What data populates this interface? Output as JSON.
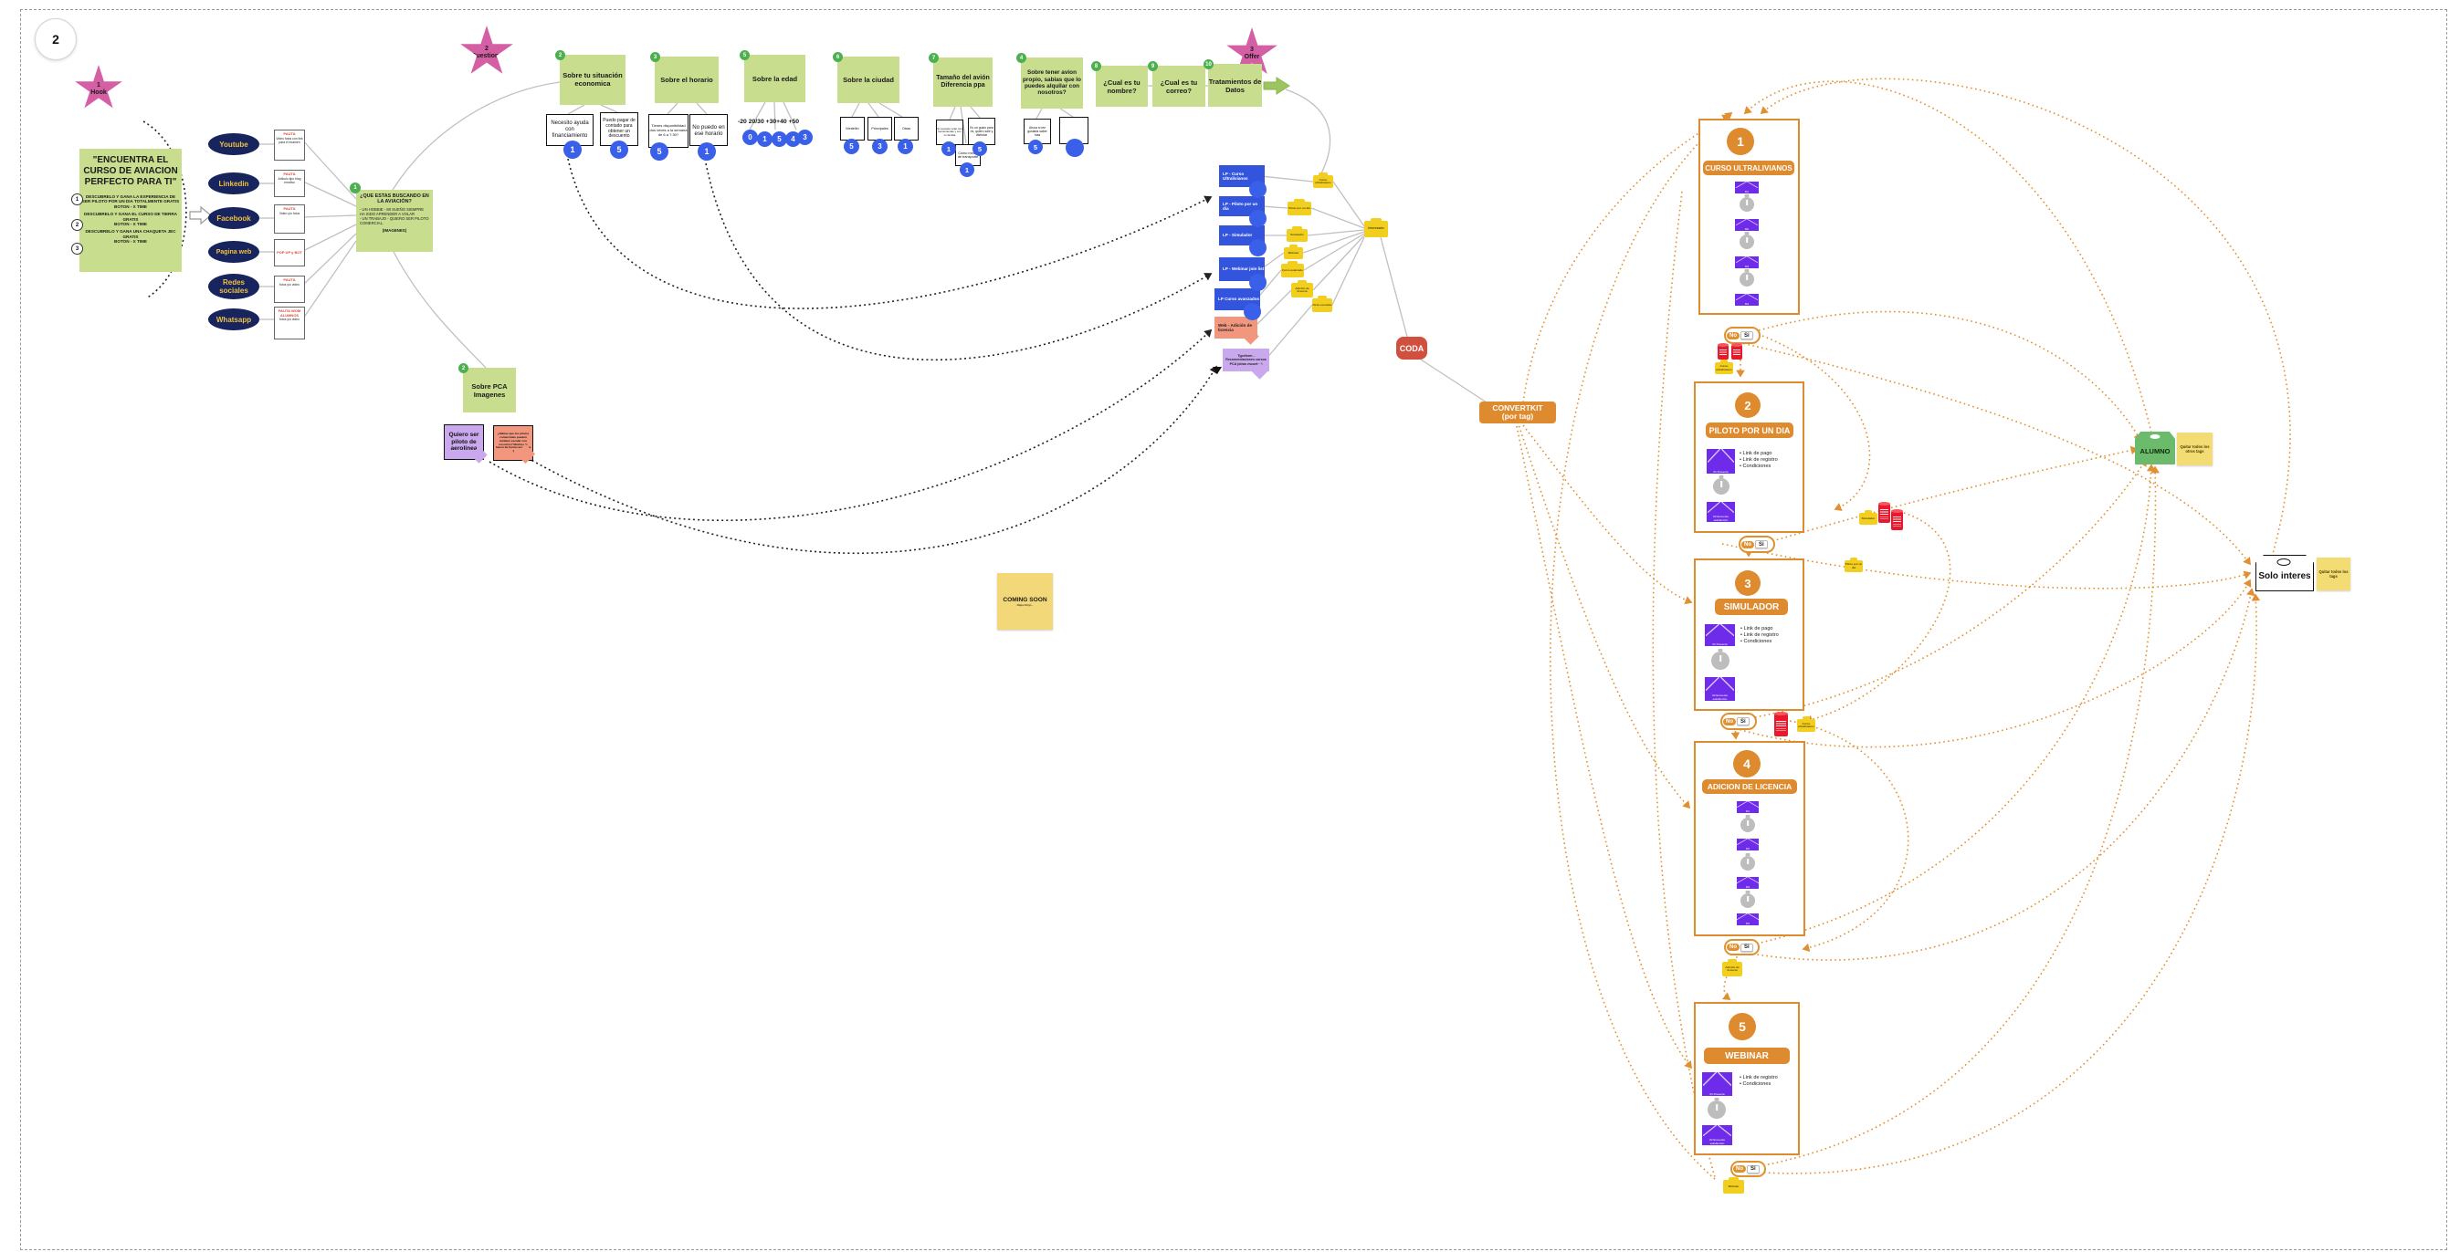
{
  "page": {
    "number": "2"
  },
  "stars": {
    "hook": {
      "num": "1",
      "label": "Hook"
    },
    "questions": {
      "num": "2",
      "label": "Questions"
    },
    "offer": {
      "num": "3",
      "label": "Offer"
    }
  },
  "hook": {
    "title": "\"ENCUENTRA EL CURSO DE AVIACION PERFECTO PARA TI\"",
    "items": [
      {
        "num": "1",
        "text": "DESCUBRELO Y GANA LA EXPERIENCIA DE SER PILOTO POR UN DIA TOTALMENTE GRATIS\nBOTON - X TIME"
      },
      {
        "num": "2",
        "text": "DESCUBRELO Y GANA EL CURSO DE TIERRA GRATIS\nBOTON - X TIME"
      },
      {
        "num": "3",
        "text": "DESCUBRELO Y GANA UNA CHAQUETA JEC GRATIS\nBOTON - X TIME"
      }
    ]
  },
  "channels": [
    {
      "name": "Youtube",
      "pauta_title": "PAUTA",
      "pauta_sub": "Video fotos con link para el examen"
    },
    {
      "name": "Linkedin",
      "pauta_title": "PAUTA",
      "pauta_sub": "Articulo tipo blog emotivo"
    },
    {
      "name": "Facebook",
      "pauta_title": "PAUTA",
      "pauta_sub": "Video y/o fotos"
    },
    {
      "name": "Pagina web",
      "pauta_title": "POP UP y BOT",
      "pauta_sub": ""
    },
    {
      "name": "Redes sociales",
      "pauta_title": "PAUTA",
      "pauta_sub": "fotos y/o video"
    },
    {
      "name": "Whatsapp",
      "pauta_title": "PAUTA WOM ALUMNOS",
      "pauta_sub": "fotos y/o video"
    }
  ],
  "aviacion": {
    "badge": "1",
    "title": "¿QUE ESTAS BUSCANDO EN LA AVIACIÓN?",
    "body": "-  UN HOBBIE - MI SUEÑO SIEMPRE HA SIDO APRENDER A VOLAR\n-  UN TRABAJO - QUIERO SER PILOTO COMERCIAL.",
    "footer": "(IMAGENES)"
  },
  "questions": {
    "economica": {
      "badge": "2",
      "title": "Sobre tu situación economica",
      "a1": {
        "text": "Necesito ayuda con financiamiento",
        "score": "1"
      },
      "a2": {
        "text": "Puedo pagar de contado para obtener un descuento",
        "score": "5"
      }
    },
    "horario": {
      "badge": "3",
      "title": "Sobre el horario",
      "a1": {
        "text": "Tienes disponibilidad dos veces a la semana de 6 a 7:30?",
        "score": "5"
      },
      "a2": {
        "text": "No puedo en ese horario",
        "score": "1"
      }
    },
    "edad": {
      "badge": "5",
      "title": "Sobre la edad",
      "scale": "-20  20/30 +30+40 +50",
      "scores": [
        "0",
        "1",
        "5",
        "4",
        "3"
      ]
    },
    "ciudad": {
      "badge": "6",
      "title": "Sobre la ciudad",
      "a1": {
        "text": "Medellin",
        "score": "5"
      },
      "a2": {
        "text": "Principales",
        "score": "3"
      },
      "a3": {
        "text": "Otras",
        "score": "1"
      }
    },
    "tamano": {
      "badge": "7",
      "title": "Tamaño del avión Diferencia ppa",
      "a1": {
        "text": "Si necesito volar con herramientas y con mi familia",
        "score": "1"
      },
      "a2": {
        "text": "Es un gusto para mi, quiero salir y disfrutar",
        "score": "5"
      },
      "a3": {
        "text": "Como medio de transporte",
        "score": "1"
      }
    },
    "avion": {
      "badge": "4",
      "title": "Sobre tener avion propio, sabias que lo puedes alquilar con nosotros?",
      "a1": {
        "text": "Ahora si me gustaria saber mas",
        "score": "5"
      },
      "a2": {
        "text": "",
        "score": ""
      }
    },
    "nombre": {
      "badge": "8",
      "title": "¿Cual es tu nombre?"
    },
    "correo": {
      "badge": "9",
      "title": "¿Cual es tu correo?"
    },
    "datos": {
      "badge": "10",
      "title": "Tratamientos de Datos"
    }
  },
  "pca": {
    "badge": "2",
    "title": "Sobre PCA Imagenes"
  },
  "aerolinea": {
    "text": "Quiero ser piloto de aerolinea"
  },
  "sabias": {
    "text": "¿Sabias que los pilotos comerciales pueden tambien escalar con nosotros? Muchos lo hacen de forma recreativa :)"
  },
  "lps": [
    {
      "label": "LP - Curso Ultralivianos"
    },
    {
      "label": "LP - Piloto por un dia"
    },
    {
      "label": "LP - Simulador"
    },
    {
      "label": "LP - Webinar join list"
    },
    {
      "label": "LP Curso avanzados"
    }
  ],
  "web_adicion": {
    "label": "Web - Adición de licencia"
  },
  "typeform": {
    "label": "Typeform - Recomendaciones cursos PCA (otras escuelas)"
  },
  "tags": [
    {
      "label": "Curso ultralivianos"
    },
    {
      "label": "Piloto por un dia"
    },
    {
      "label": "Simulador"
    },
    {
      "label": "Webinar"
    },
    {
      "label": "Curso avanzado"
    },
    {
      "label": "Adición de licencia"
    },
    {
      "label": "Otras escuelas"
    }
  ],
  "interesado": {
    "label": "Interesado"
  },
  "coda": {
    "label": "CODA"
  },
  "convertkit": {
    "line1": "CONVERTKIT",
    "line2": "(por tag)"
  },
  "coming_soon": {
    "title": "COMING SOON",
    "sub": "https://t.ly/..."
  },
  "pill": {
    "no": "No",
    "si": "Si"
  },
  "sections": [
    {
      "num": "1",
      "title": "CURSO ULTRALIVIANOS",
      "envs": [
        "M1",
        "M2",
        "M3",
        "M4"
      ]
    },
    {
      "num": "2",
      "title": "PILOTO POR UN DIA",
      "env1": "#1 Presenta",
      "bullets": "•  Link de pago\n•  Link de registro\n•  Condiciones",
      "env2": "#2 Encuesta satisfacción"
    },
    {
      "num": "3",
      "title": "SIMULADOR",
      "env1": "#1 Presenta",
      "bullets": "•  Link de pago\n•  Link de registro\n•  Condiciones",
      "env2": "#2 Encuesta satisfacción"
    },
    {
      "num": "4",
      "title": "ADICION DE LICENCIA",
      "envs": [
        "M1",
        "M2",
        "M3",
        "M4"
      ]
    },
    {
      "num": "5",
      "title": "WEBINAR",
      "env1": "#1 Presenta",
      "bullets": "•  Link de registro\n•  Condiciones",
      "env2": "#2 Encuesta satisfacción"
    }
  ],
  "alumno": {
    "label": "ALUMNO",
    "note": "Quitar todos los otros tags"
  },
  "solo": {
    "label": "Solo interes",
    "note": "Quitar todos los tags"
  }
}
